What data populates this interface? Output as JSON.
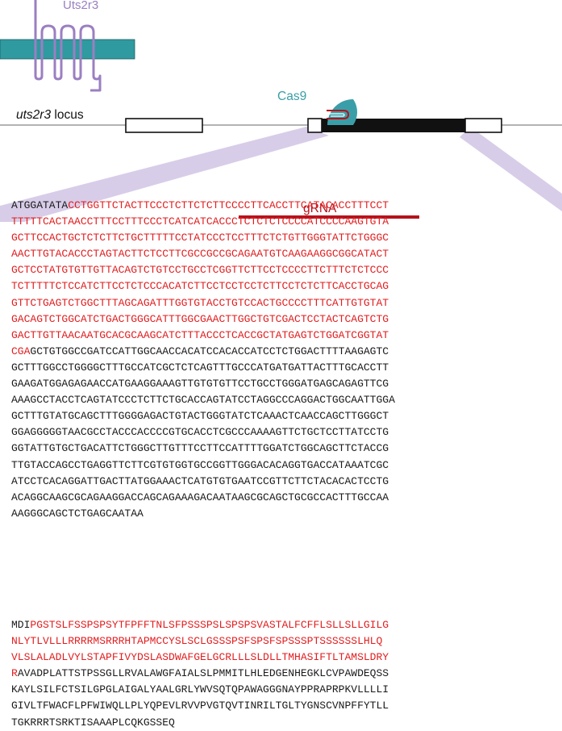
{
  "diagram": {
    "protein_label": "Uts2r3",
    "locus_label_gene": "uts2r3",
    "locus_label_suffix": " locus",
    "cas9_label": "Cas9",
    "grna_label": "gRNA"
  },
  "colors": {
    "highlight_red": "#e21d1f",
    "grna_dark_red": "#b5121b",
    "membrane_teal": "#2f9aa0",
    "receptor_purple": "#9b7fc1",
    "cas9_teal": "#3a9ea8",
    "zoom_lavender": "#d8cde8",
    "exon_black": "#111111"
  },
  "dna_lines": [
    {
      "black": "ATGGATATA",
      "red": "CCTGGTTCTACTTCCCTCTTCTCTTCCCCTTCACCTTCATACACCTTTCCT"
    },
    {
      "black": "",
      "red": "TTTTTCACTAACCTTTCCTTTCCCTCATCATCACCCTCTCTCTCCCCATCCCCAAGTGTA"
    },
    {
      "black": "",
      "red": "GCTTCCACTGCTCTCTTCTGCTTTTTCCTATCCCTCCTTTCTCTGTTGGGTATTCTGGGC"
    },
    {
      "black": "",
      "red": "AACTTGTACACCCTAGTACTTCTCCTTCGCCGCCGCAGAATGTCAAGAAGGCGGCATACT"
    },
    {
      "black": "",
      "red": "GCTCCTATGTGTTGTTACAGTCTGTCCTGCCTCGGTTCTTCCTCCCCTTCTTTCTCTCCC"
    },
    {
      "black": "",
      "red": "TCTTTTTCTCCATCTTCCTCTCCCACATCTTCCTCCTCCTCTTCCTCTCTTCACCTGCAG"
    },
    {
      "black": "",
      "red": "GTTCTGAGTCTGGCTTTAGCAGATTTGGTGTACCTGTCCACTGCCCCTTTCATTGTGTAT"
    },
    {
      "black": "",
      "red": "GACAGTCTGGCATCTGACTGGGCATTTGGCGAACTTGGCTGTCGACTCCTACTCAGTCTG"
    },
    {
      "black": "",
      "red": "GACTTGTTAACAATGCACGCAAGCATCTTTACCCTCACCGCTATGAGTCTGGATCGGTAT"
    },
    {
      "black": "",
      "red": "CGA",
      "tail": "GCTGTGGCCGATCCATTGGCAACCACATCCACACCATCCTCTGGACTTTTAAGAGTC"
    },
    {
      "black": "GCTTTGGCCTGGGGCTTTGCCATCGCTCTCAGTTTGCCCATGATGATTACTTTGCACCTT"
    },
    {
      "black": "GAAGATGGAGAGAACCATGAAGGAAAGTTGTGTGTTCCTGCCTGGGATGAGCAGAGTTCG"
    },
    {
      "black": "AAAGCCTACCTCAGTATCCCTCTTCTGCACCAGTATCCTAGGCCCAGGACTGGCAATTGGA"
    },
    {
      "black": "GCTTTGTATGCAGCTTTGGGGAGACTGTACTGGGTATCTCAAACTCAACCAGCTTGGGCT"
    },
    {
      "black": "GGAGGGGGTAACGCCTACCCACCCCGTGCACCTCGCCCAAAAGTTCTGCTCCTTATCCTG"
    },
    {
      "black": "GGTATTGTGCTGACATTCTGGGCTTGTTTCCTTCCATTTTGGATCTGGCAGCTTCTACCG"
    },
    {
      "black": "TTGTACCAGCCTGAGGTTCTTCGTGTGGTGCCGGTTGGGACACAGGTGACCATAAATCGC"
    },
    {
      "black": "ATCCTCACAGGATTGACTTATGGAAACTCATGTGTGAATCCGTTCTTCTACACACTCCTG"
    },
    {
      "black": "ACAGGCAAGCGCAGAAGGACCAGCAGAAAGACAATAAGCGCAGCTGCGCCACTTTGCCAA"
    },
    {
      "black": "AAGGGCAGCTCTGAGCAATAA"
    }
  ],
  "protein_lines": [
    {
      "black": "MDI",
      "red": "PGSTSLFSSPSPSYTFPFFTNLSFPSSSPSLSPSPSVASTALFCFFLSLLSLLGILG"
    },
    {
      "black": "",
      "red": "NLYTLVLLLRRRRMSRRRHTAPMCCYSLSCLGSSSPSFSPSFSPSSSPTSSSSSSLHLQ"
    },
    {
      "black": "",
      "red": "VLSLALADLVYLSTAPFIVYDSLASDWAFGELGCRLLLSLDLLTMHASIFTLTAMSLDRY"
    },
    {
      "black": "",
      "red": "R",
      "tail": "AVADPLATTSTPSSGLLRVALAWGFAIALSLPMMITLHLEDGENHEGKLCVPAWDEQSS"
    },
    {
      "black": "KAYLSILFCTSILGPGLAIGALYAALGRLYWVSQTQPAWAGGGNAYPPRAPRPKVLLLLI"
    },
    {
      "black": "GIVLTFWACFLPFWIWQLLPLYQPEVLRVVPVGTQVTINRILTGLTYGNSCVNPFFYTLL"
    },
    {
      "black": "TGKRRRTSRKTISAAAPLCQKGSSEQ"
    }
  ]
}
